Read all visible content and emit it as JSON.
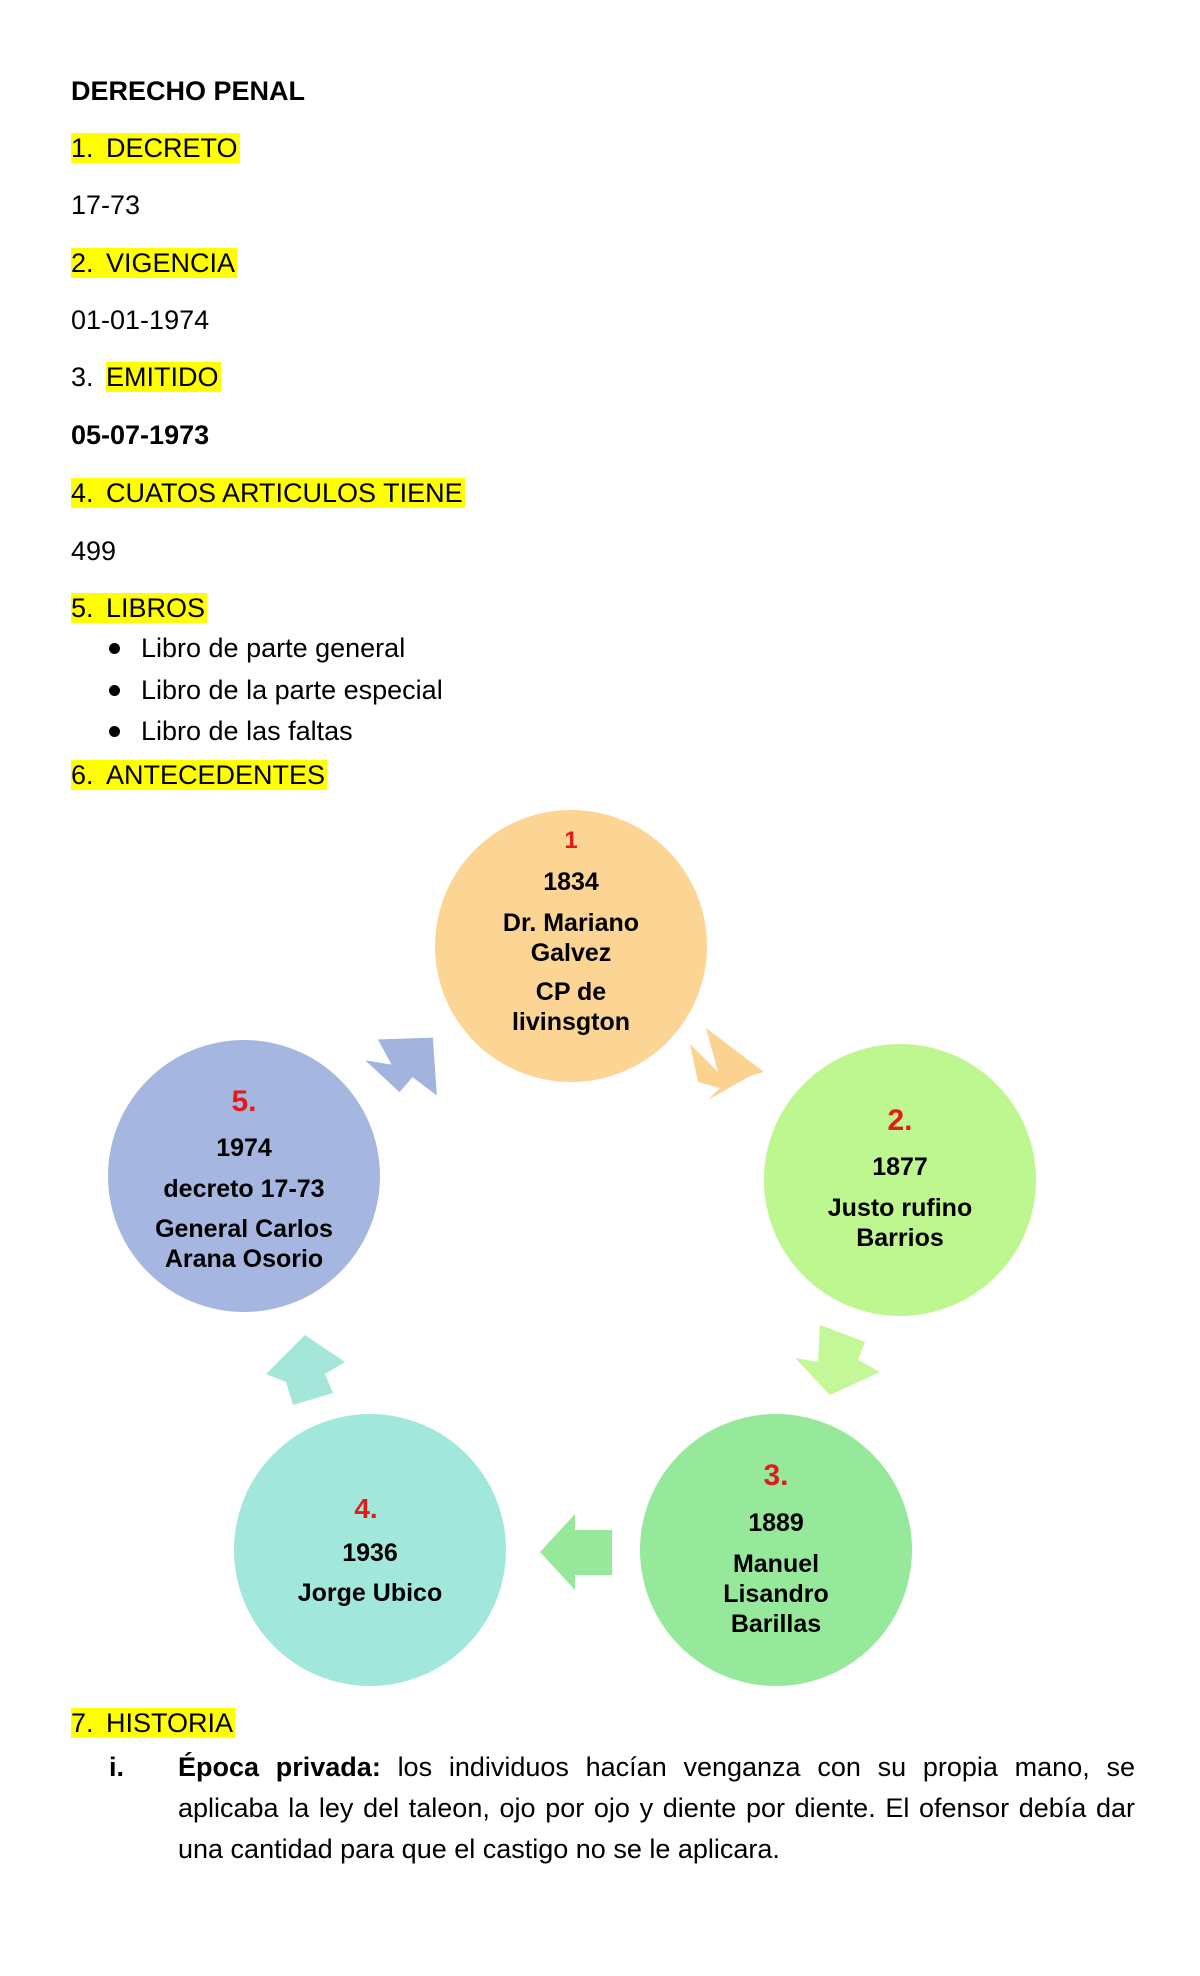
{
  "title": "DERECHO PENAL",
  "sections": [
    {
      "num": "1.",
      "label": "DECRETO",
      "value": "17-73",
      "value_bold": false
    },
    {
      "num": "2.",
      "label": "VIGENCIA",
      "value": "01-01-1974",
      "value_bold": false
    },
    {
      "num": "3.",
      "label": "EMITIDO",
      "value": "05-07-1973",
      "value_bold": true
    },
    {
      "num": "4.",
      "label": "CUATOS ARTICULOS TIENE",
      "value": "499",
      "value_bold": false
    }
  ],
  "libros": {
    "num": "5.",
    "label": "LIBROS",
    "items": [
      "Libro de parte general",
      "Libro de la parte especial",
      "Libro de las faltas"
    ]
  },
  "antecedentes": {
    "num": "6.",
    "label": "ANTECEDENTES",
    "nodes": [
      {
        "num": "1",
        "lines": [
          "1834",
          "Dr. Mariano",
          "Galvez",
          "CP de",
          "livinsgton"
        ],
        "color": "#fcd494"
      },
      {
        "num": "2.",
        "lines": [
          "1877",
          "Justo rufino",
          "Barrios"
        ],
        "color": "#bef78f"
      },
      {
        "num": "3.",
        "lines": [
          "1889",
          "Manuel",
          "Lisandro",
          "Barillas"
        ],
        "color": "#96e99b"
      },
      {
        "num": "4.",
        "lines": [
          "1936",
          "Jorge Ubico"
        ],
        "color": "#a2e7dc"
      },
      {
        "num": "5.",
        "lines": [
          "1974",
          "decreto 17-73",
          "General Carlos",
          "Arana Osorio"
        ],
        "color": "#a5b6e0"
      }
    ],
    "number_color": "#e31a1a"
  },
  "historia": {
    "num": "7.",
    "label": "HISTORIA",
    "items": [
      {
        "roman": "i.",
        "term": "Época privada:",
        "text": "los individuos hacían venganza con su propia mano, se aplicaba la ley del taleon, ojo por ojo y diente por diente. El ofensor debía dar una cantidad para que el castigo no se le aplicara."
      }
    ]
  },
  "colors": {
    "highlight": "#ffff00"
  }
}
